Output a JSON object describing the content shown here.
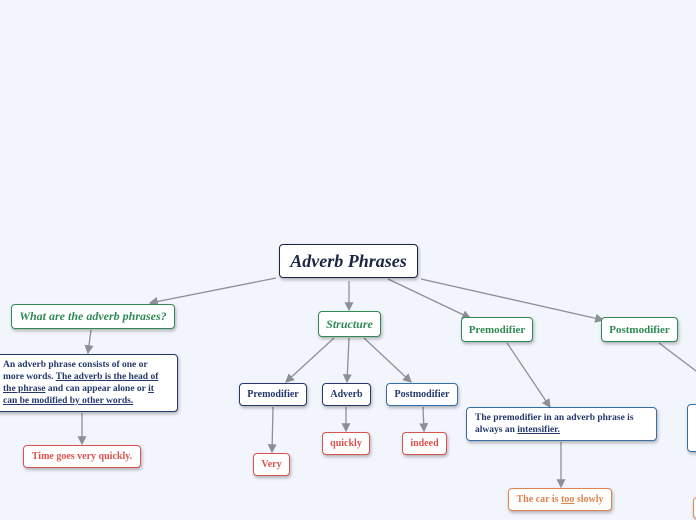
{
  "root": {
    "label": "Adverb Phrases"
  },
  "what": {
    "label": "What are the adverb phrases?",
    "definition": {
      "part1": "An adverb phrase consists of one or more words.",
      "part2": "The adverb is the head of the phrase",
      "part3": "and can appear alone or",
      "part4": "it can be modified by other words."
    },
    "example": "Time goes very quickly."
  },
  "structure": {
    "label": "Structure",
    "children": [
      {
        "label": "Premodifier",
        "example": "Very"
      },
      {
        "label": "Adverb",
        "example": "quickly"
      },
      {
        "label": "Postmodifier",
        "example": "indeed"
      }
    ]
  },
  "premodifier": {
    "label": "Premodifier",
    "description": {
      "part1": "The premodifier in an adverb phrase is always an",
      "part2": "intensifier."
    },
    "example": {
      "part1": "The car is",
      "part2": "too",
      "part3": "slowly"
    }
  },
  "postmodifier": {
    "label": "Postmodifier"
  },
  "colors": {
    "root": "#1a2744",
    "green": "#2f8a55",
    "navy": "#24386b",
    "blue": "#3470a8",
    "red": "#d9534f",
    "orange": "#e0834e",
    "line": "#8c8f99",
    "background": "#f3f5fc"
  }
}
